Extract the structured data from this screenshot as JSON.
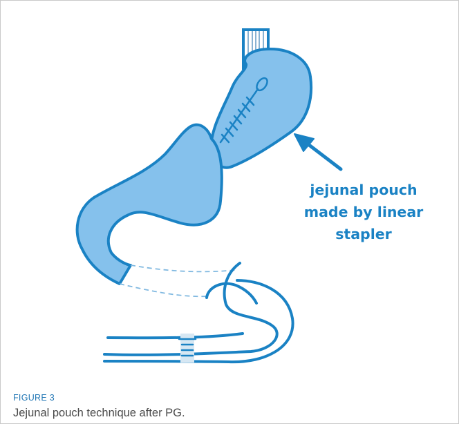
{
  "figure": {
    "annotation_lines": [
      "jejunal pouch",
      "made by linear",
      "stapler"
    ],
    "label": "FIGURE 3",
    "caption": "Jejunal pouch technique after PG."
  },
  "colors": {
    "organ_fill": "#85c1ec",
    "outline": "#1a82c4",
    "text_accent": "#1a82c4",
    "caption_label": "#2277b5",
    "staple_band": "#d6e7f3"
  }
}
